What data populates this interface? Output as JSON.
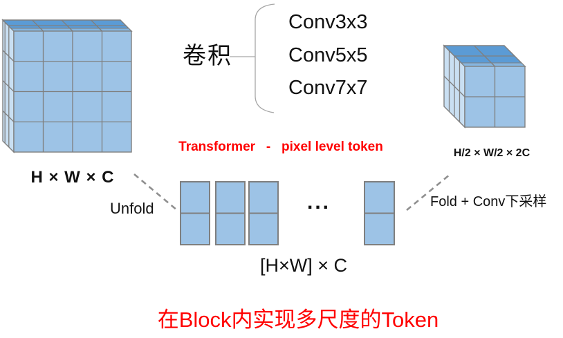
{
  "colors": {
    "cube_front": "#9DC3E6",
    "cube_top": "#5B9BD5",
    "cube_top_sliver": "#85B6E0",
    "cube_side": "#C9DFF2",
    "outline": "#7F7F7F",
    "brace": "#A6A6A6",
    "dash": "#8F8F8F",
    "red": "#FF0000",
    "text": "#111111"
  },
  "conv_group": {
    "label": "卷积",
    "options": [
      "Conv3x3",
      "Conv5x5",
      "Conv7x7"
    ]
  },
  "left_tensor": {
    "label": "H × W × C"
  },
  "right_tensor": {
    "label": "H/2 × W/2 × 2C"
  },
  "middle": {
    "title": "Transformer   -   pixel level token",
    "unfold_label": "Unfold",
    "fold_label": "Fold + Conv下采样",
    "ellipsis": "...",
    "tokens_label": "[H×W] × C"
  },
  "caption": "在Block内实现多尺度的Token"
}
